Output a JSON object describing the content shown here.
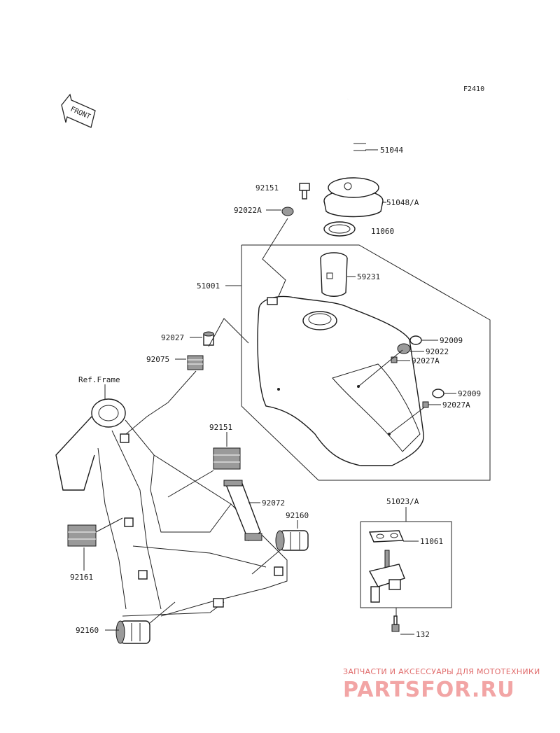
{
  "figure_code": "F2410",
  "front_label": "FRONT",
  "ref_frame_label": "Ref.Frame",
  "parts": {
    "p51044": "51044",
    "p51048A": "51048/A",
    "p11060": "11060",
    "p92151_top": "92151",
    "p92022A": "92022A",
    "p51001": "51001",
    "p59231": "59231",
    "p92027": "92027",
    "p92075": "92075",
    "p92009_a": "92009",
    "p92022": "92022",
    "p92027A_a": "92027A",
    "p92009_b": "92009",
    "p92027A_b": "92027A",
    "p92151_mid": "92151",
    "p92072": "92072",
    "p92160_right": "92160",
    "p92161": "92161",
    "p92160_bottom": "92160",
    "p51023A": "51023/A",
    "p11061": "11061",
    "p132": "132"
  },
  "watermark": {
    "tagline": "ЗАПЧАСТИ И АКСЕССУАРЫ ДЛЯ МОТОТЕХНИКИ",
    "brand": "PARTSFOR.RU"
  },
  "colors": {
    "line": "#222222",
    "watermark_tagline": "#e06b6b",
    "watermark_brand": "#f2a5a5"
  }
}
